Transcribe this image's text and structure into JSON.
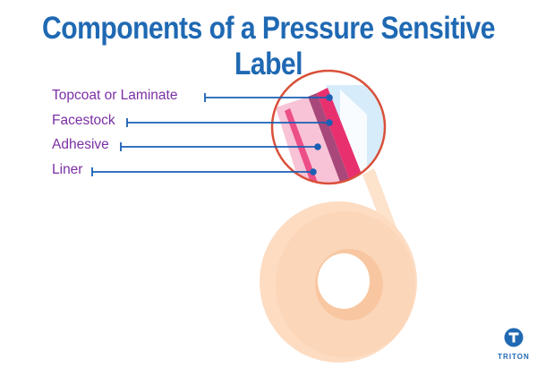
{
  "title": "Components of a Pressure Sensitive Label",
  "labels": [
    {
      "text": "Topcoat or Laminate"
    },
    {
      "text": "Facestock"
    },
    {
      "text": "Adhesive"
    },
    {
      "text": "Liner"
    }
  ],
  "logo": {
    "text": "TRITON",
    "icon": "triton-t-icon"
  },
  "colors": {
    "title": "#1f69b3",
    "label_text": "#7a2fa3",
    "leader_line": "#1a5fb4",
    "roll": "#fdd9bd",
    "circle_border": "#d9503a",
    "topcoat": "#d7ecfb",
    "facestock": "#e8306f",
    "adhesive": "#a8487a",
    "liner": "#f8c3d6"
  }
}
